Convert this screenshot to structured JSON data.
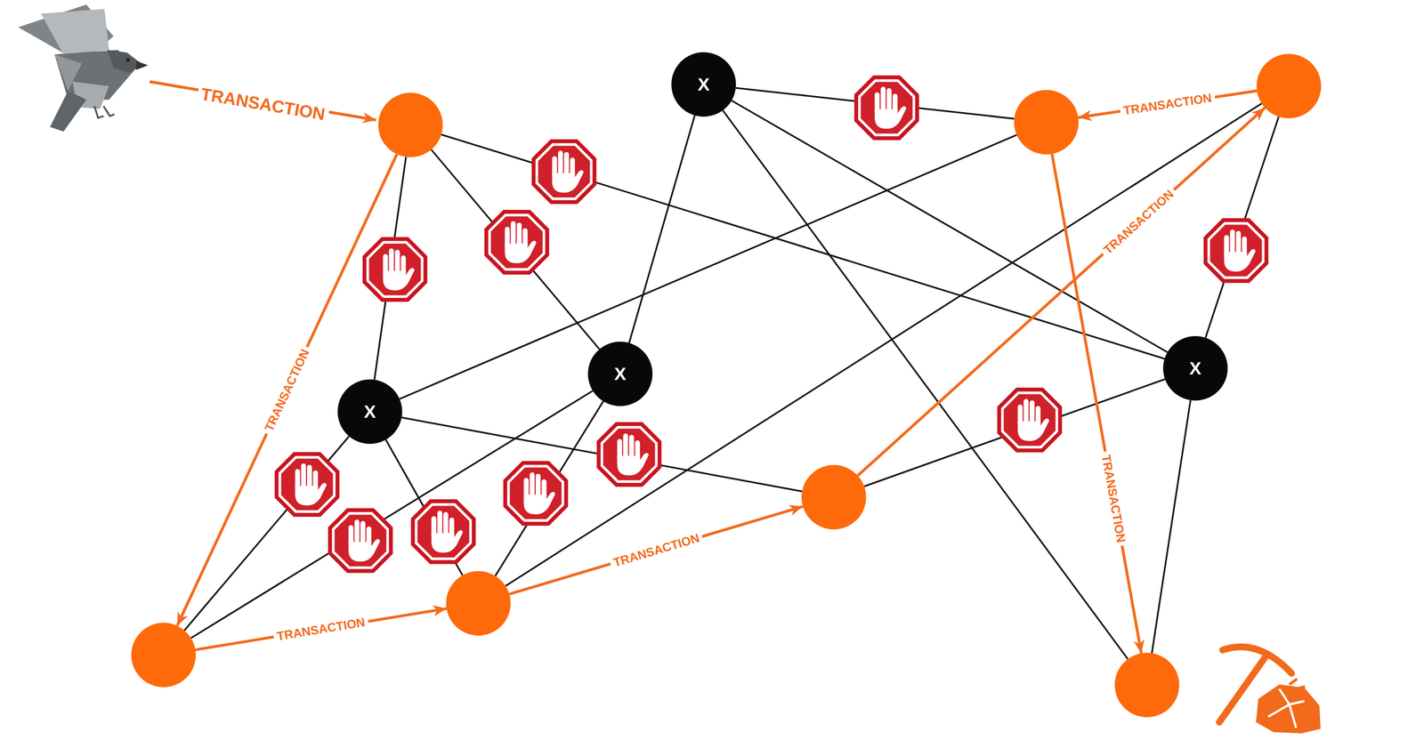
{
  "diagram": {
    "nodes": [
      {
        "text": [
          "X"
        ]
      },
      {
        "text": []
      },
      {
        "text": []
      },
      {
        "text": []
      },
      {
        "text": [
          "X"
        ]
      },
      {
        "text": [
          "X"
        ]
      },
      {
        "text": [
          "X"
        ]
      },
      {
        "text": []
      },
      {
        "text": []
      },
      {
        "text": []
      },
      {
        "text": []
      }
    ],
    "edges": [
      {
        "from": 3,
        "to": 6,
        "arrow": "none"
      },
      {
        "from": 3,
        "to": 5,
        "arrow": "none"
      },
      {
        "from": 3,
        "to": 4,
        "arrow": "none"
      },
      {
        "from": 0,
        "to": 2,
        "arrow": "none"
      },
      {
        "from": 0,
        "to": 5,
        "arrow": "none"
      },
      {
        "from": 0,
        "to": 4,
        "arrow": "none"
      },
      {
        "from": 0,
        "to": 10,
        "arrow": "none"
      },
      {
        "from": 2,
        "to": 6,
        "arrow": "none"
      },
      {
        "from": 1,
        "to": 4,
        "arrow": "none"
      },
      {
        "from": 1,
        "to": 8,
        "arrow": "none"
      },
      {
        "from": 6,
        "to": 7,
        "arrow": "none"
      },
      {
        "from": 6,
        "to": 9,
        "arrow": "none"
      },
      {
        "from": 6,
        "to": 8,
        "arrow": "none"
      },
      {
        "from": 5,
        "to": 9,
        "arrow": "none"
      },
      {
        "from": 5,
        "to": 8,
        "arrow": "none"
      },
      {
        "from": 7,
        "to": 4,
        "arrow": "none"
      },
      {
        "from": 4,
        "to": 10,
        "arrow": "none"
      },
      {
        "from": 3,
        "to": 9,
        "label": "TRANSACTION",
        "arrow": "to"
      },
      {
        "from": 9,
        "to": 8,
        "label": "TRANSACTION",
        "arrow": "to"
      },
      {
        "from": 8,
        "to": 7,
        "label": "TRANSACTION",
        "arrow": "to"
      },
      {
        "from": 7,
        "to": 1,
        "label": "TRANSACTION",
        "arrow": "to"
      },
      {
        "from": 1,
        "to": 2,
        "label": "TRANSACTION",
        "arrow": "to"
      },
      {
        "from": 2,
        "to": 10,
        "label": "TRANSACTION",
        "arrow": "to"
      }
    ],
    "labels": [
      "TRANSACTION"
    ]
  }
}
